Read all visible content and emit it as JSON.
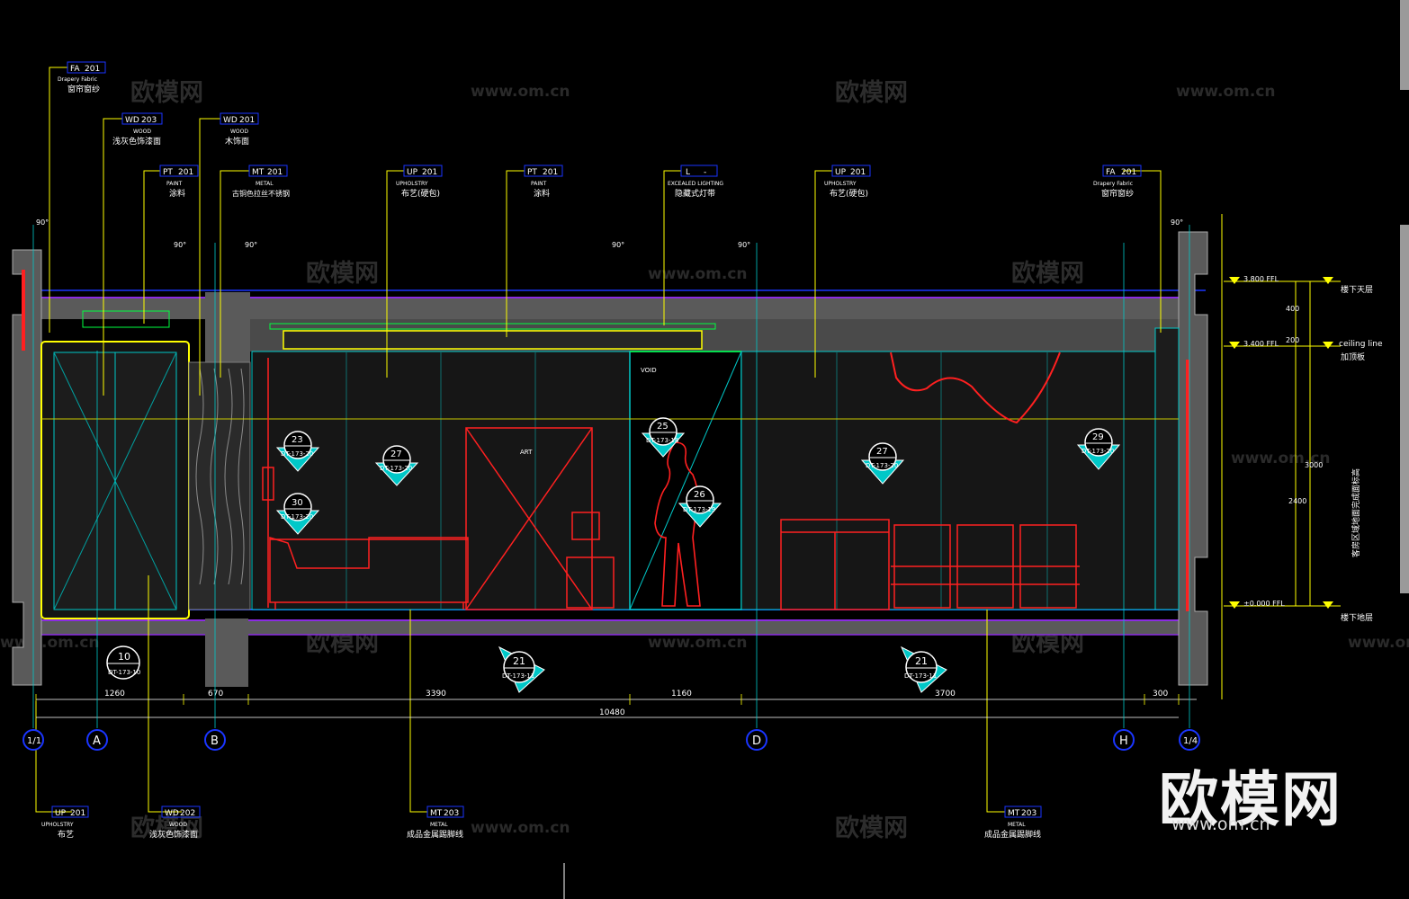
{
  "watermarks": {
    "cn": "欧模网",
    "url": "www.om.cn"
  },
  "brand": {
    "logo": "欧模网",
    "url": "www.om.cn"
  },
  "tags_top": [
    {
      "code": "FA",
      "num": "201",
      "en": "Drapery Fabric",
      "cn": "窗帘窗纱"
    },
    {
      "code": "WD",
      "num": "203",
      "en": "WOOD",
      "cn": "浅灰色饰漆面"
    },
    {
      "code": "WD",
      "num": "201",
      "en": "WOOD",
      "cn": "木饰面"
    },
    {
      "code": "PT",
      "num": "201",
      "en": "PAINT",
      "cn": "涂料"
    },
    {
      "code": "MT",
      "num": "201",
      "en": "METAL",
      "cn": "古铜色拉丝不锈钢"
    },
    {
      "code": "UP",
      "num": "201",
      "en": "UPHOLSTRY",
      "cn": "布艺(硬包)"
    },
    {
      "code": "PT",
      "num": "201",
      "en": "PAINT",
      "cn": "涂料"
    },
    {
      "code": "L",
      "num": "-",
      "en": "EXCEALED LIGHTING",
      "cn": "隐藏式灯带"
    },
    {
      "code": "UP",
      "num": "201",
      "en": "UPHOLSTRY",
      "cn": "布艺(硬包)"
    },
    {
      "code": "FA",
      "num": "201",
      "en": "Drapery Fabric",
      "cn": "窗帘窗纱"
    }
  ],
  "tags_bottom": [
    {
      "code": "UP",
      "num": "201",
      "en": "UPHOLSTRY",
      "cn": "布艺"
    },
    {
      "code": "WD",
      "num": "202",
      "en": "WOOD",
      "cn": "浅灰色饰漆面"
    },
    {
      "code": "MT",
      "num": "203",
      "en": "METAL",
      "cn": "成品金属踢脚线"
    },
    {
      "code": "MT",
      "num": "203",
      "en": "METAL",
      "cn": "成品金属踢脚线"
    }
  ],
  "symbols": [
    {
      "num": "23",
      "ref": "DT-173-20"
    },
    {
      "num": "27",
      "ref": "DT-173-20"
    },
    {
      "num": "30",
      "ref": "DT-173-20"
    },
    {
      "num": "25",
      "ref": "DT-173-18"
    },
    {
      "num": "26",
      "ref": "DT-173-19"
    },
    {
      "num": "27",
      "ref": "DT-173-20"
    },
    {
      "num": "29",
      "ref": "DT-173-20"
    },
    {
      "num": "10",
      "ref": "DT-173-10"
    },
    {
      "num": "21",
      "ref": "DT-173-11"
    },
    {
      "num": "21",
      "ref": "DT-173-11"
    }
  ],
  "grid_axes": [
    "1/1",
    "A",
    "B",
    "D",
    "H",
    "1/4"
  ],
  "dimensions": {
    "segments": [
      "1260",
      "670",
      "3390",
      "1160",
      "3700",
      "300"
    ],
    "total": "10480"
  },
  "levels": [
    {
      "value": "3.800 FFL",
      "label": "楼下天层"
    },
    {
      "value": "3.400 FFL",
      "label": "ceiling line",
      "sub": "加顶板"
    },
    {
      "value": "±0.000 FFL",
      "label": "楼下地层"
    }
  ],
  "vertical_dims": [
    "400",
    "200",
    "3000",
    "2400"
  ],
  "vertical_note": "客房区域地面完成面标高",
  "labels": {
    "art": "ART",
    "void": "VOID",
    "angle": "90°"
  },
  "colors": {
    "background": "#000000",
    "wall": "#5a5a5a",
    "dim": "#ffff00",
    "frame": "#8a2be2",
    "floor": "#1a35ff",
    "furniture": "#ff2020",
    "grid": "#00c8c8"
  }
}
